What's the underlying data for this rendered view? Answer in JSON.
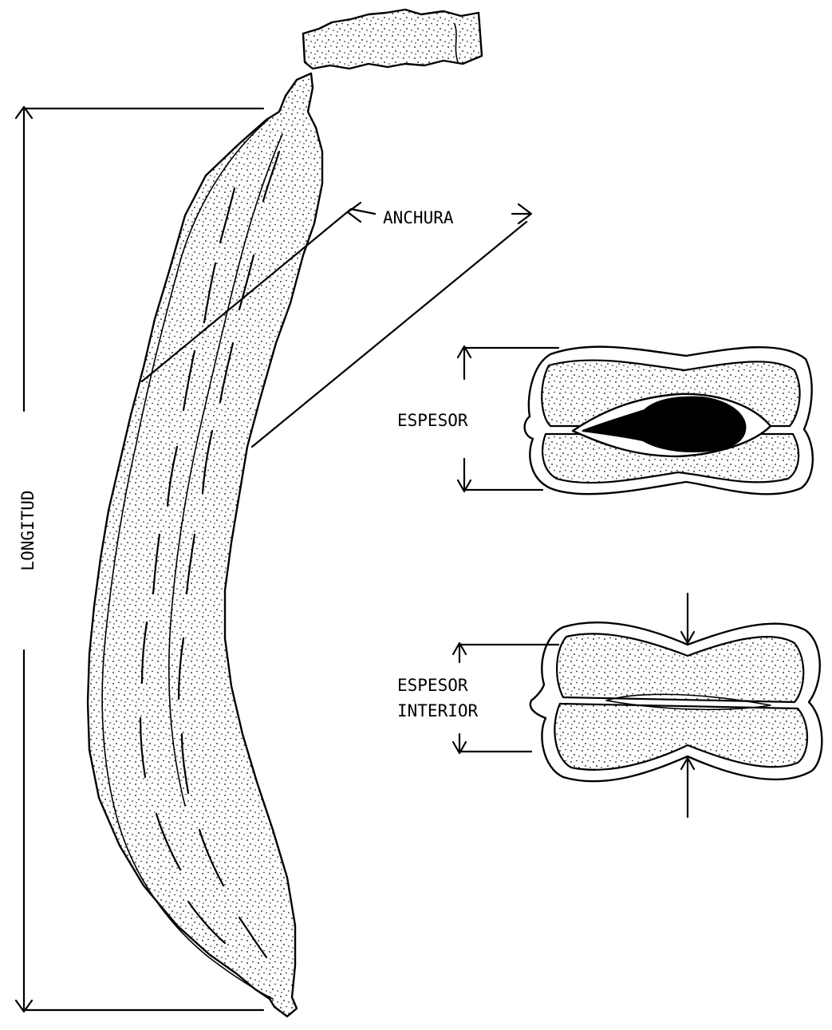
{
  "diagram": {
    "labels": {
      "length": "LONGITUD",
      "width": "ANCHURA",
      "thickness": "ESPESOR",
      "inner_thickness_line1": "ESPESOR",
      "inner_thickness_line2": "INTERIOR"
    },
    "ink_color": "#000000",
    "background_color": "#ffffff"
  }
}
